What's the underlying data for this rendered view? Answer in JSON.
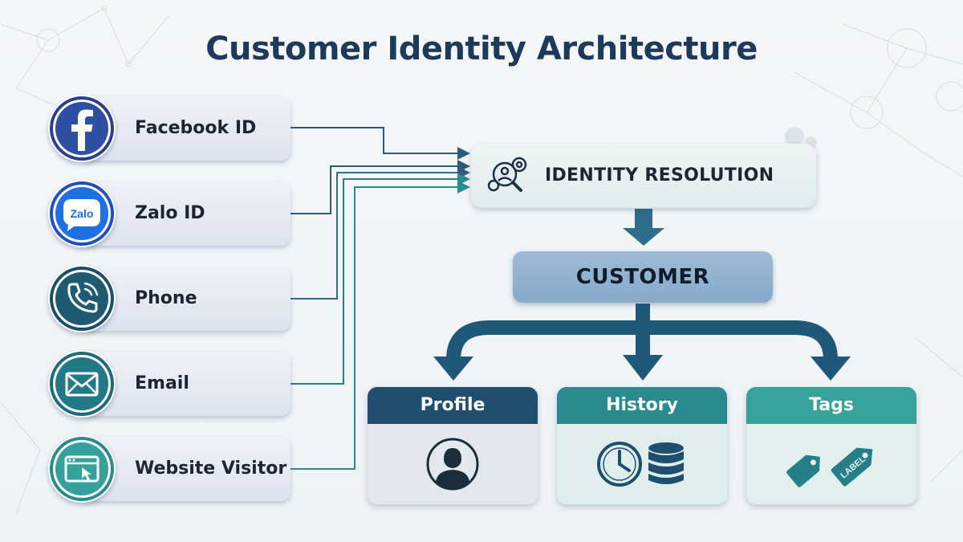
{
  "title": "Customer Identity Architecture",
  "sources": [
    {
      "label": "Facebook ID",
      "icon": "facebook-icon"
    },
    {
      "label": "Zalo ID",
      "icon": "zalo-icon",
      "icon_text": "Zalo"
    },
    {
      "label": "Phone",
      "icon": "phone-icon"
    },
    {
      "label": "Email",
      "icon": "email-icon"
    },
    {
      "label": "Website Visitor",
      "icon": "website-visitor-icon"
    }
  ],
  "resolution": {
    "label": "IDENTITY RESOLUTION",
    "icon": "identity-search-icon"
  },
  "customer": {
    "label": "CUSTOMER"
  },
  "outputs": [
    {
      "label": "Profile",
      "icons": [
        "user-avatar-icon"
      ],
      "color": "#1f4e6e"
    },
    {
      "label": "History",
      "icons": [
        "clock-icon",
        "database-icon"
      ],
      "color": "#2a8a8e"
    },
    {
      "label": "Tags",
      "icons": [
        "tag-icon",
        "label-tag-icon"
      ],
      "tag_text": "LABEL",
      "color": "#36a29a"
    }
  ],
  "colors": {
    "title": "#1d3a5a",
    "dark_blue": "#1f4e6e",
    "teal": "#2a8a8e",
    "light_teal": "#36a29a",
    "arrow": "#2e6e8c"
  }
}
